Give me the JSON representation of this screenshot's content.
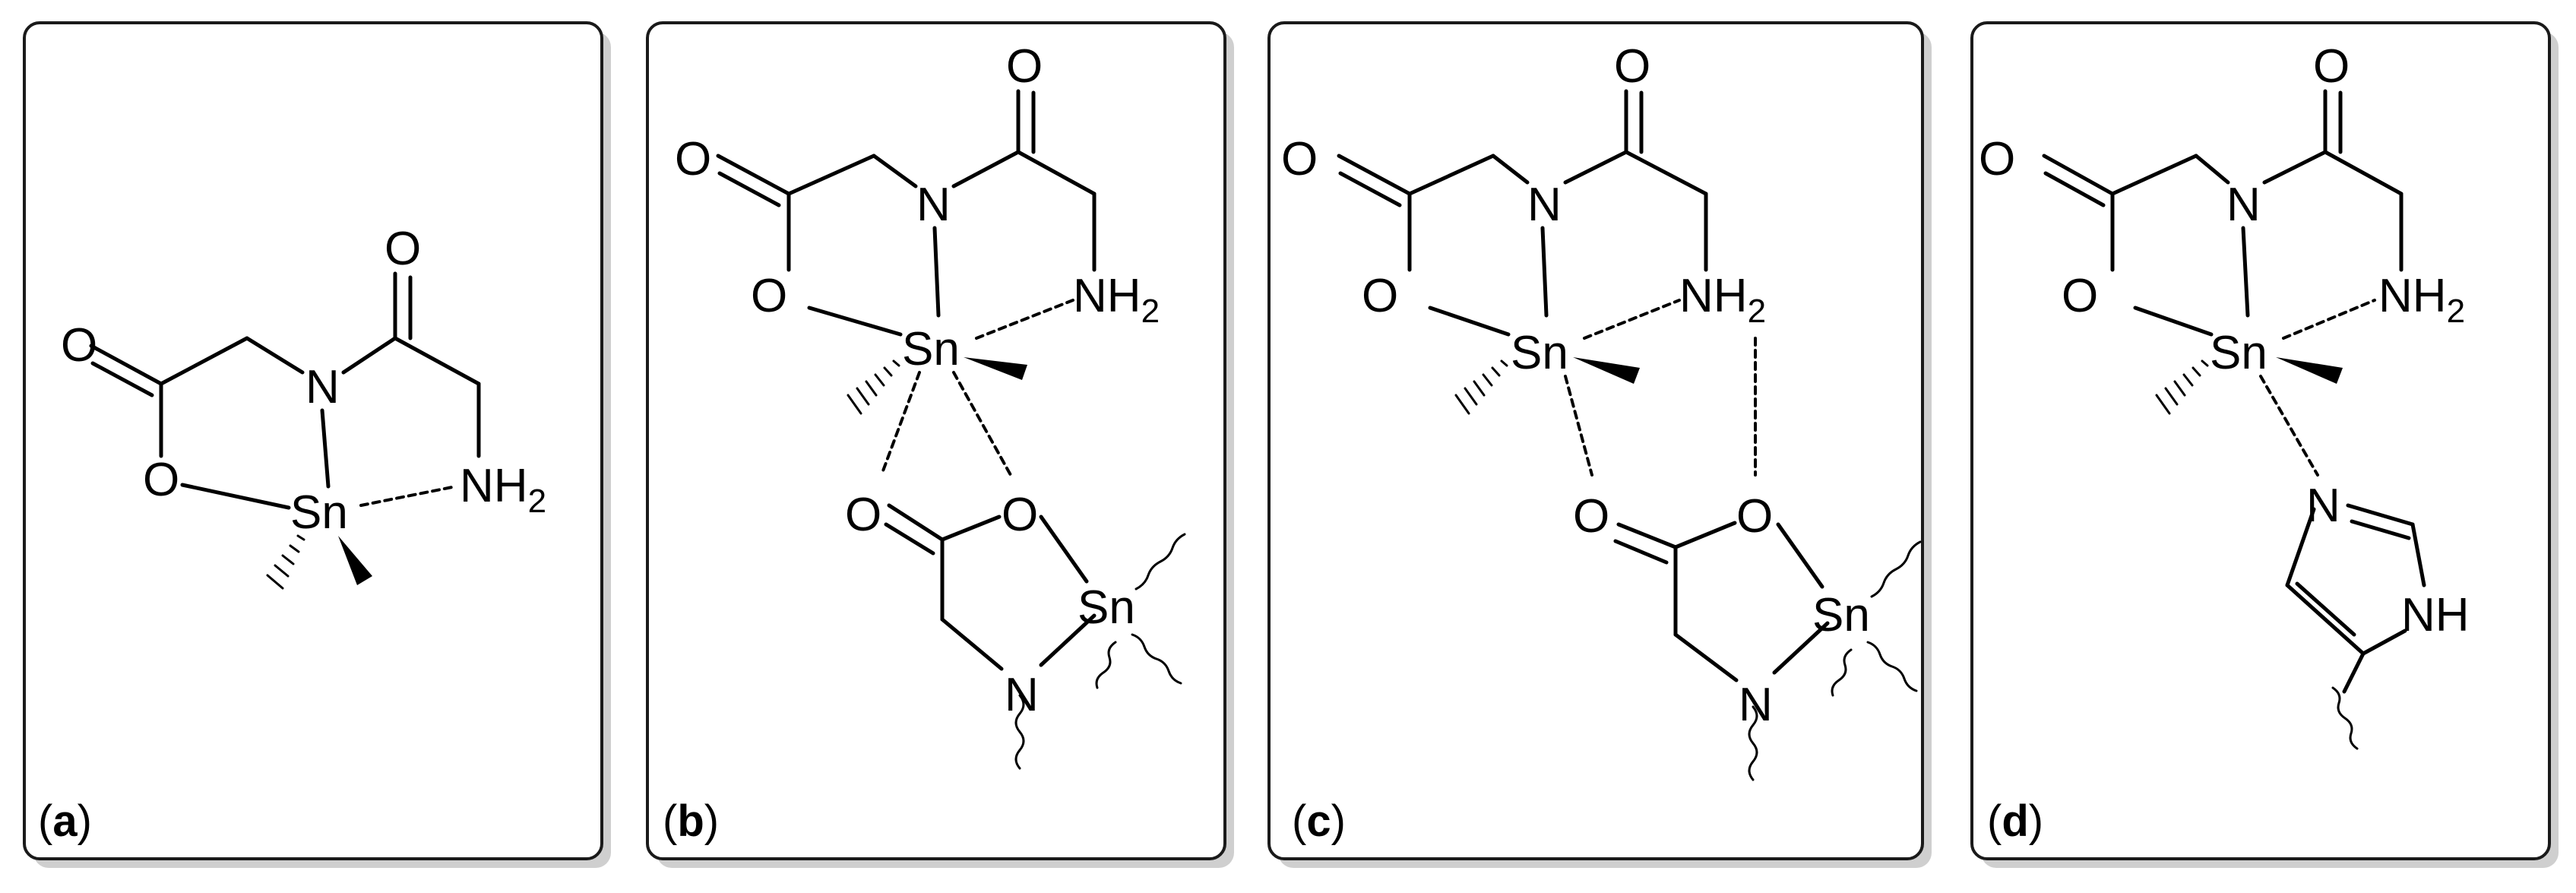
{
  "panels": [
    {
      "label_letter": "a",
      "atoms": {
        "carbonyl_o": "O",
        "ring_o": "O",
        "n": "N",
        "sn": "Sn",
        "amide_o": "O",
        "nh": "NH",
        "nh_sub": "2"
      }
    },
    {
      "label_letter": "b",
      "atoms": {
        "carbonyl_o": "O",
        "ring_o": "O",
        "n": "N",
        "sn": "Sn",
        "amide_o": "O",
        "nh": "NH",
        "nh_sub": "2",
        "bridge_o1": "O",
        "bridge_o2": "O",
        "sn2": "Sn",
        "n2": "N"
      }
    },
    {
      "label_letter": "c",
      "atoms": {
        "carbonyl_o": "O",
        "ring_o": "O",
        "n": "N",
        "sn": "Sn",
        "amide_o": "O",
        "nh": "NH",
        "nh_sub": "2",
        "bridge_o1": "O",
        "bridge_o2": "O",
        "sn2": "Sn",
        "n2": "N"
      }
    },
    {
      "label_letter": "d",
      "atoms": {
        "carbonyl_o": "O",
        "ring_o": "O",
        "n": "N",
        "sn": "Sn",
        "amide_o": "O",
        "nh": "NH",
        "nh_sub": "2",
        "im_n": "N",
        "im_nh": "NH"
      }
    }
  ],
  "colors": {
    "frame_stroke": "#1a1a1a",
    "shadow": "#cfcfcf",
    "bond": "#000000"
  }
}
